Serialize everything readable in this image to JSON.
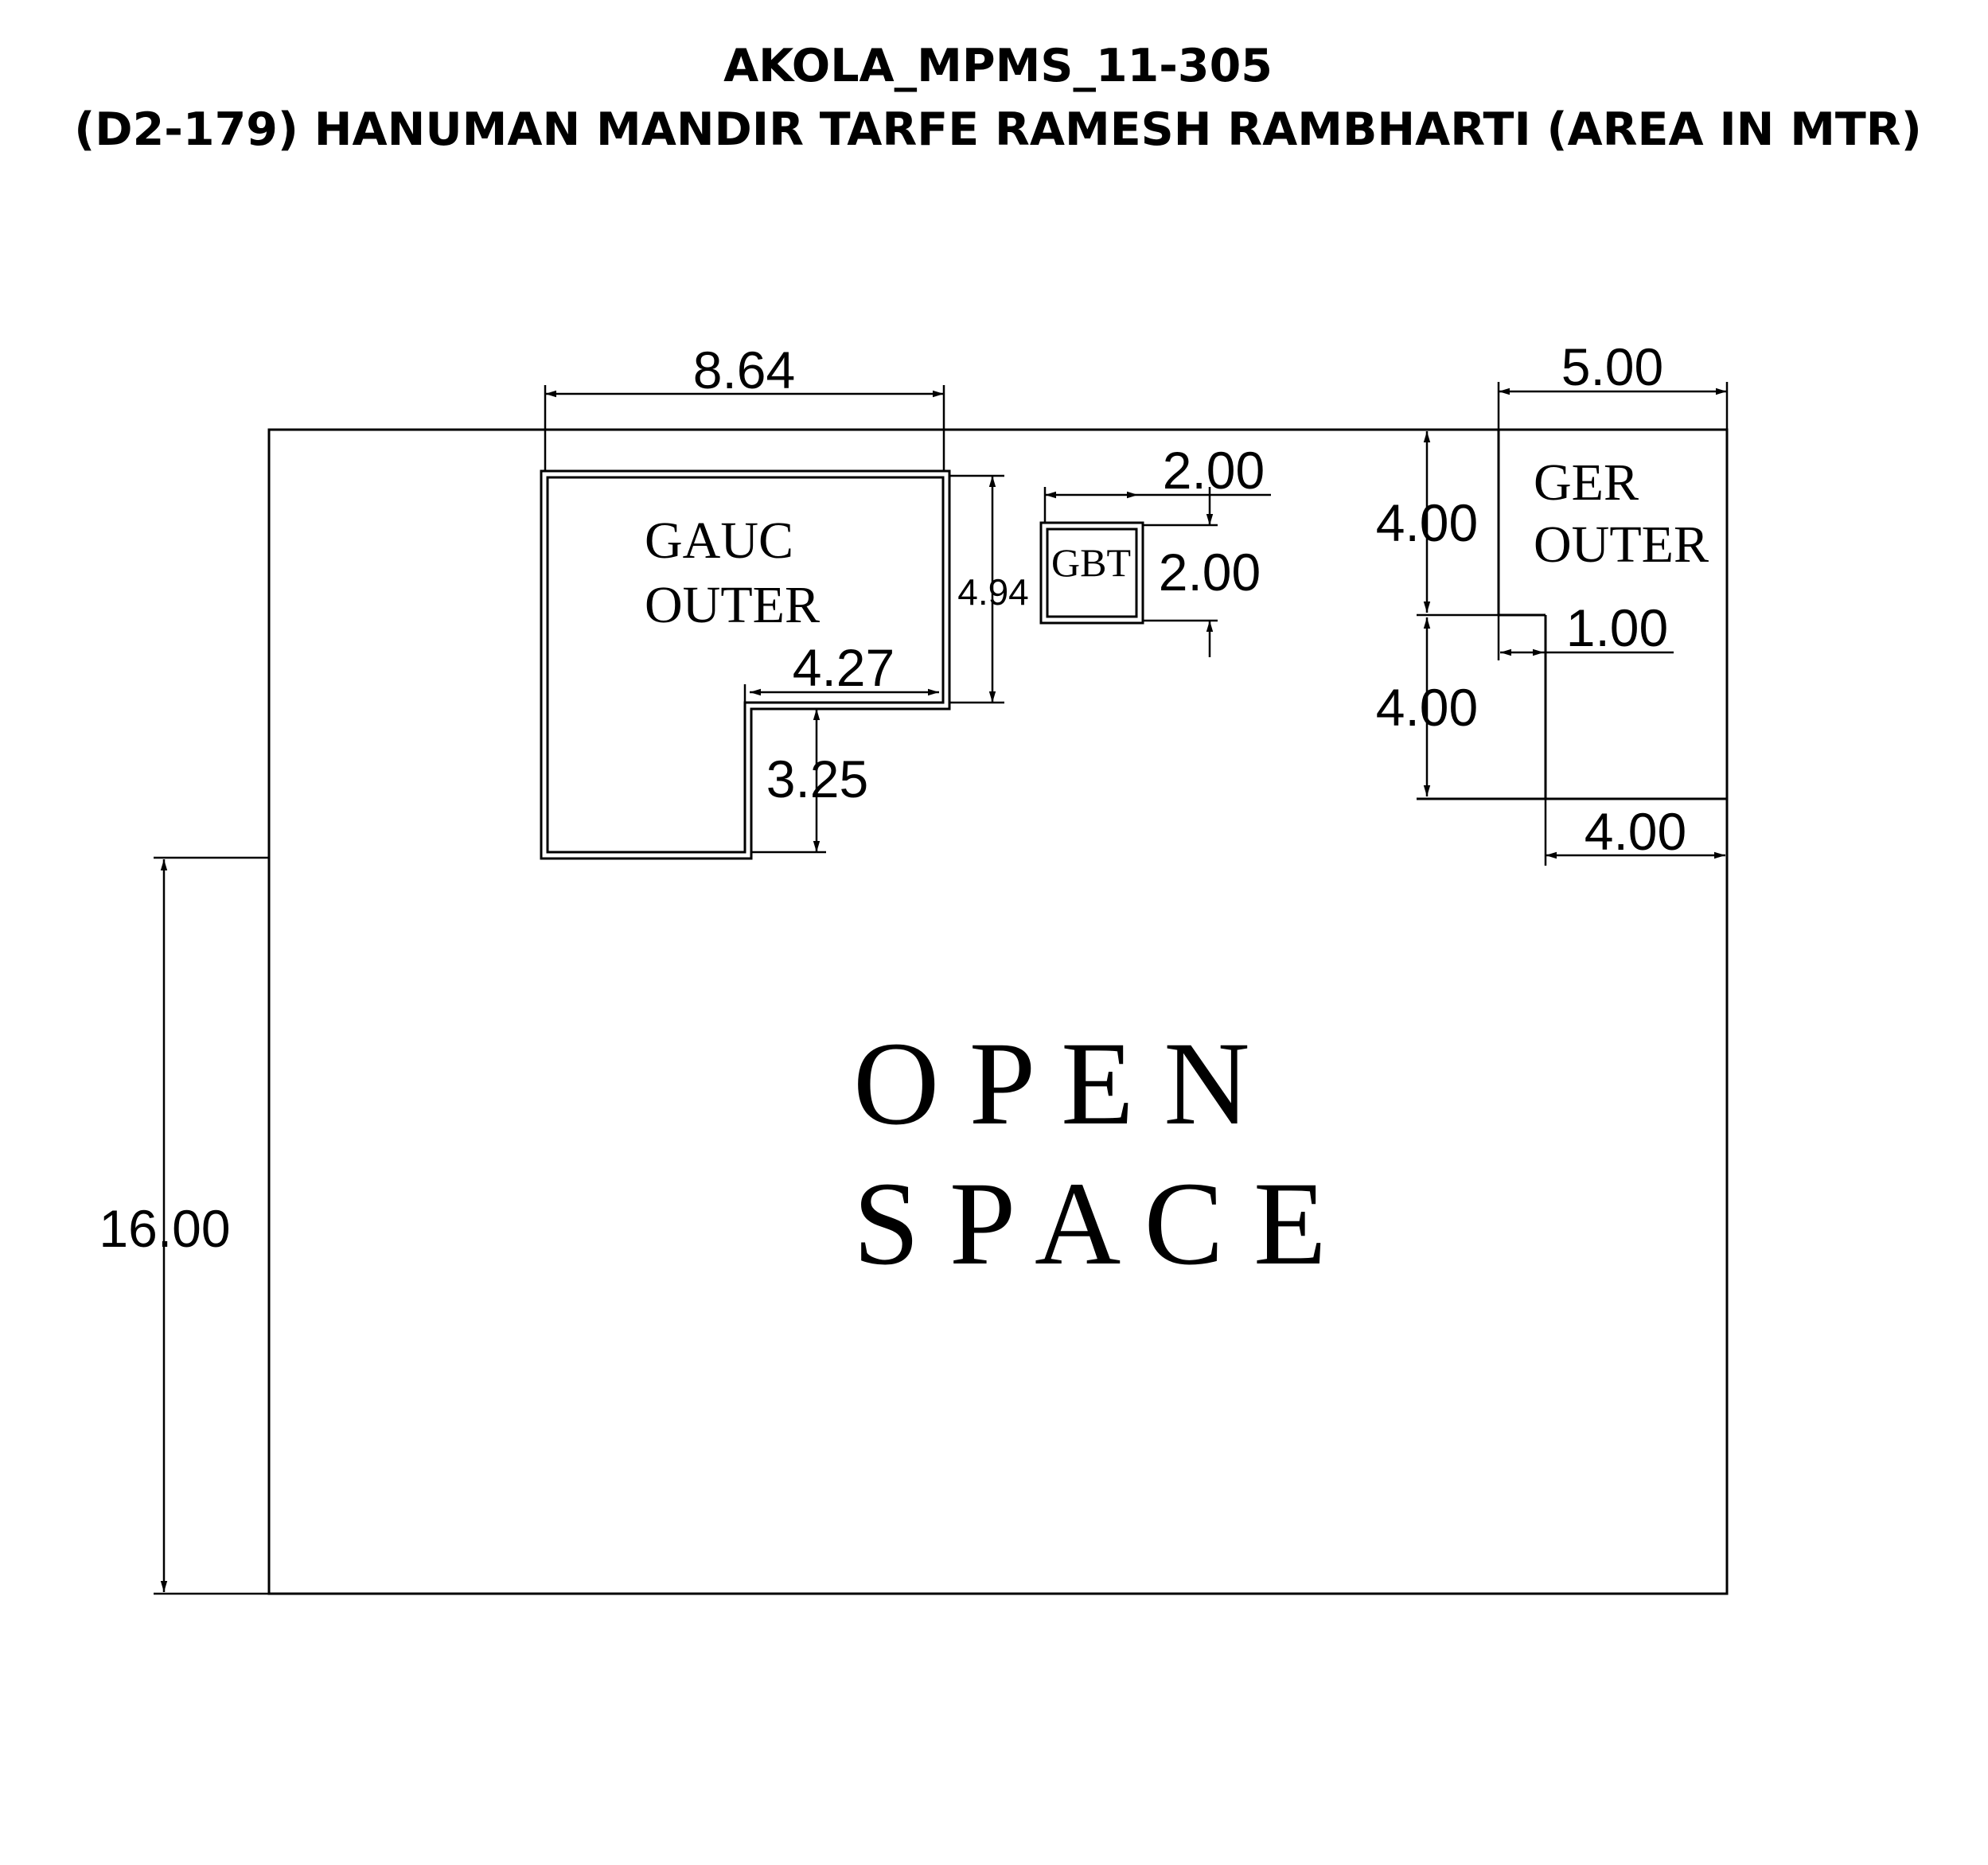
{
  "title": {
    "line1": "AKOLA_MPMS_11-305",
    "line2": "(D2-179) HANUMAN MANDIR TARFE RAMESH RAMBHARTI (AREA IN MTR)"
  },
  "labels": {
    "gauc_line1": "GAUC",
    "gauc_line2": "OUTER",
    "gbt": "GBT",
    "ger_line1": "GER",
    "ger_line2": "OUTER",
    "open": "O P E N",
    "space": "S P A C E"
  },
  "dimensions": {
    "gauc_width": "8.64",
    "gauc_height": "4.94",
    "gauc_inner_width": "4.27",
    "gauc_inner_height": "3.25",
    "gbt_width": "2.00",
    "gbt_height": "2.00",
    "ger_width": "5.00",
    "ger_height_upper": "4.00",
    "ger_height_lower": "4.00",
    "ger_step": "1.00",
    "ger_bottom": "4.00",
    "plot_height": "16.00"
  }
}
